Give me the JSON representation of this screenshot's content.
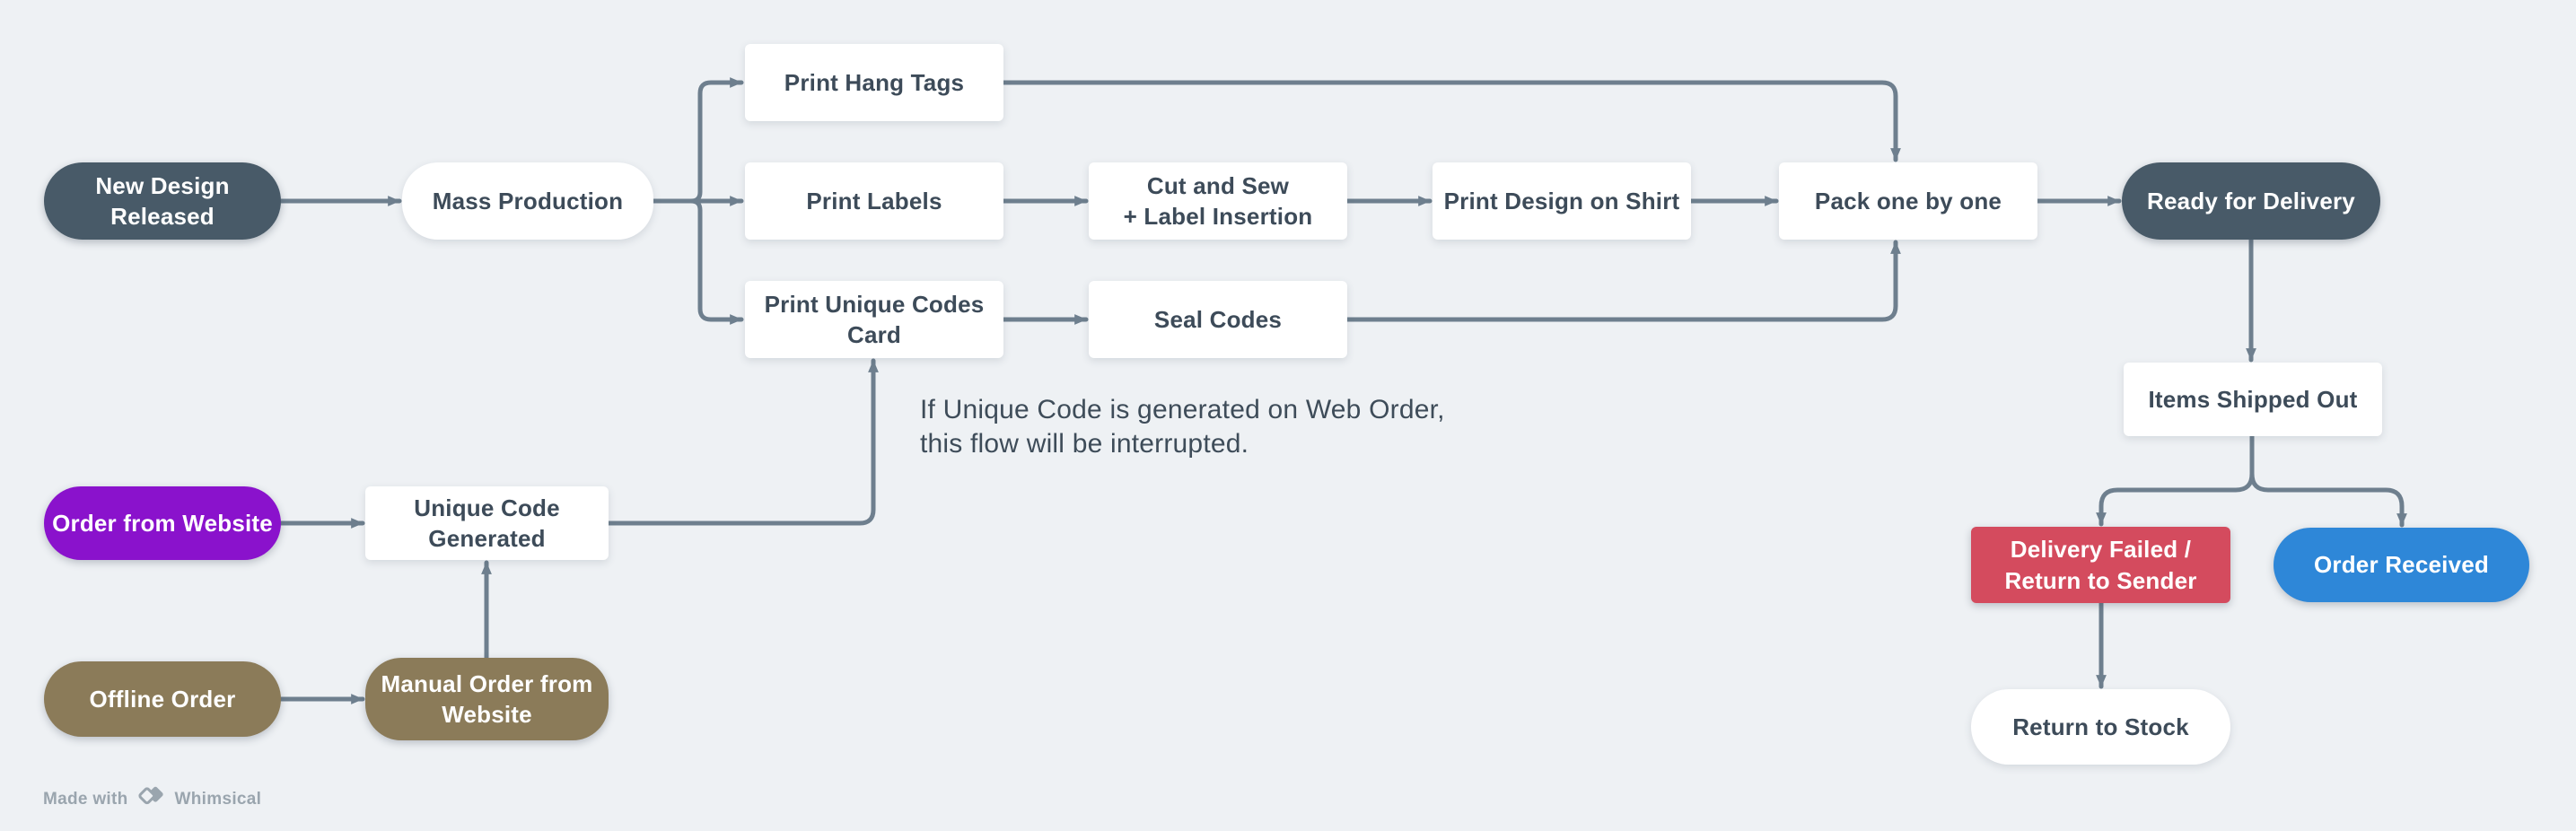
{
  "diagram": {
    "tool": "Whimsical",
    "type": "flowchart"
  },
  "colors": {
    "background": "#eef1f4",
    "connector": "#6e7f8e",
    "node_dark_slate": "#485a68",
    "node_purple": "#8a12cc",
    "node_brown": "#8b7b59",
    "node_red": "#d44b5e",
    "node_blue": "#2e87d8",
    "node_white": "#ffffff",
    "text_on_white": "#3d4b59",
    "text_on_color": "#ffffff",
    "footer_gray": "#9aa5ae"
  },
  "nodes": {
    "new_design_released": {
      "label": "New Design Released"
    },
    "mass_production": {
      "label": "Mass Production"
    },
    "print_hang_tags": {
      "label": "Print Hang Tags"
    },
    "print_labels": {
      "label": "Print Labels"
    },
    "print_unique_codes_card": {
      "label": "Print Unique Codes Card"
    },
    "cut_and_sew": {
      "label": "Cut and Sew\n+ Label Insertion"
    },
    "print_design_on_shirt": {
      "label": "Print Design on Shirt"
    },
    "pack_one_by_one": {
      "label": "Pack one by one"
    },
    "ready_for_delivery": {
      "label": "Ready for Delivery"
    },
    "seal_codes": {
      "label": "Seal Codes"
    },
    "items_shipped_out": {
      "label": "Items Shipped Out"
    },
    "delivery_failed": {
      "label": "Delivery Failed /\nReturn to Sender"
    },
    "order_received": {
      "label": "Order Received"
    },
    "return_to_stock": {
      "label": "Return to Stock"
    },
    "order_from_website": {
      "label": "Order from Website"
    },
    "unique_code_generated": {
      "label": "Unique Code Generated"
    },
    "offline_order": {
      "label": "Offline Order"
    },
    "manual_order_from_website": {
      "label": "Manual Order from\nWebsite"
    }
  },
  "annotation": {
    "line1": "If Unique Code is generated on Web Order,",
    "line2": "this flow will be interrupted."
  },
  "footer": {
    "made_with": "Made with",
    "brand": "Whimsical"
  }
}
